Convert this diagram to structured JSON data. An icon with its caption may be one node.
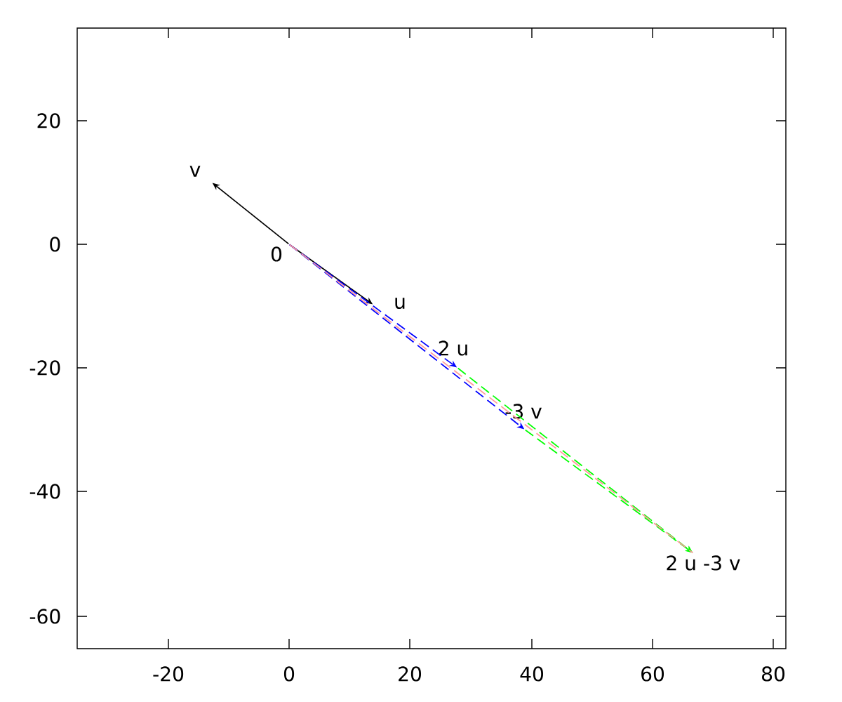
{
  "diagram": {
    "nodes": [
      {
        "text": [
          "v"
        ]
      },
      {
        "text": [
          "0"
        ]
      },
      {
        "text": [
          "u"
        ]
      },
      {
        "text": [
          "2 u"
        ]
      },
      {
        "text": [
          "-3 v"
        ]
      },
      {
        "text": [
          "2 u -3 v"
        ]
      }
    ],
    "edges": [
      {
        "from": 1,
        "to": 0,
        "arrow": "to"
      },
      {
        "from": 1,
        "to": 2,
        "arrow": "to"
      },
      {
        "from": 1,
        "to": 3,
        "arrow": "to",
        "style": "dashed",
        "color": "#0000ff"
      },
      {
        "from": 1,
        "to": 4,
        "arrow": "to",
        "style": "dashed",
        "color": "#0000ff"
      },
      {
        "from": 3,
        "to": 5,
        "arrow": "to",
        "style": "dashed",
        "color": "#00ff00"
      },
      {
        "from": 4,
        "to": 5,
        "arrow": "to",
        "style": "dashed",
        "color": "#00ff00"
      },
      {
        "from": 1,
        "to": 5,
        "arrow": "none",
        "style": "dashed",
        "color": "#ff9999"
      }
    ],
    "labels": [
      "20",
      "0",
      "-20",
      "-40",
      "-60",
      "-20",
      "0",
      "20",
      "40",
      "60",
      "80"
    ]
  }
}
